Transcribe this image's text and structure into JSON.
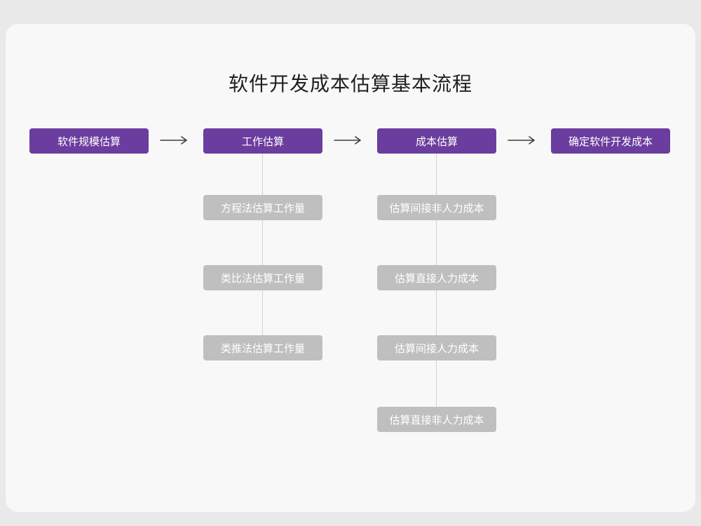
{
  "title": "软件开发成本估算基本流程",
  "flow": {
    "main_steps": [
      "软件规模估算",
      "工作估算",
      "成本估算",
      "确定软件开发成本"
    ],
    "work_substeps": [
      "方程法估算工作量",
      "类比法估算工作量",
      "类推法估算工作量"
    ],
    "cost_substeps": [
      "估算间接非人力成本",
      "估算直接人力成本",
      "估算间接人力成本",
      "估算直接非人力成本"
    ]
  },
  "colors": {
    "primary": "#6a3d9e",
    "substep-bg": "#bfbfbf",
    "node-text": "#ffffff",
    "connector": "#d2d2d2",
    "arrow": "#3c3c3c",
    "title-text": "#1f1f1f",
    "card-bg": "#f8f8f8",
    "page-bg": "#e9e9e9"
  }
}
